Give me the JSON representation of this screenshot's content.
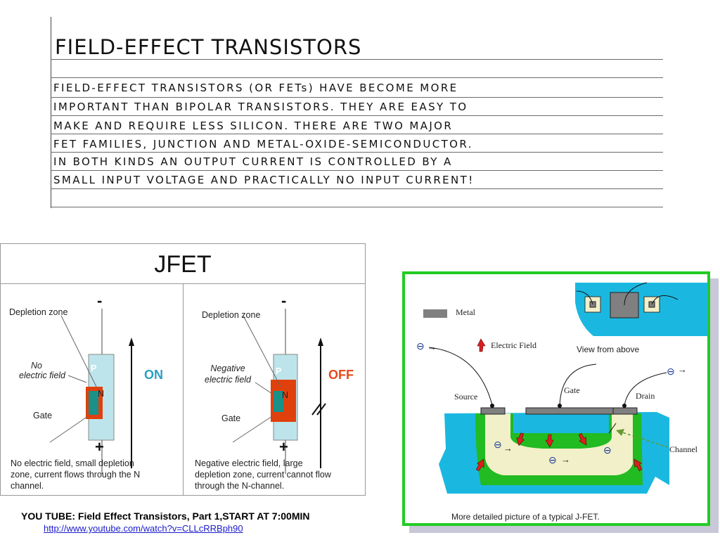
{
  "notes": {
    "title": "FIELD-EFFECT TRANSISTORS",
    "lines": [
      "FIELD-EFFECT TRANSISTORS (OR FETs) HAVE BECOME MORE",
      "IMPORTANT THAN BIPOLAR TRANSISTORS. THEY ARE EASY TO",
      "MAKE AND REQUIRE LESS SILICON. THERE ARE TWO MAJOR",
      "FET FAMILIES, JUNCTION AND METAL-OXIDE-SEMICONDUCTOR.",
      "IN BOTH KINDS AN OUTPUT CURRENT IS CONTROLLED BY A",
      "SMALL INPUT VOLTAGE AND PRACTICALLY NO INPUT CURRENT!"
    ]
  },
  "jfet": {
    "title": "JFET",
    "left": {
      "depletion_label": "Depletion zone",
      "field_label_1": "No",
      "field_label_2": "electric field",
      "gate_label": "Gate",
      "p_label": "P",
      "n_label": "N",
      "minus": "-",
      "plus": "+",
      "state": "ON",
      "caption_1": "No electric field, small depletion",
      "caption_2": "zone, current flows through the N",
      "caption_3": "channel."
    },
    "right": {
      "depletion_label": "Depletion zone",
      "field_label_1": "Negative",
      "field_label_2": "electric field",
      "gate_label": "Gate",
      "p_label": "P",
      "n_label": "N",
      "minus": "-",
      "plus": "+",
      "state": "OFF",
      "caption_1": "Negative electric field, large",
      "caption_2": "depletion zone, current cannot flow",
      "caption_3": "through the N-channel."
    }
  },
  "youtube": {
    "title": "YOU TUBE: Field Effect Transistors, Part 1,START AT 7:00MIN",
    "link": "http://www.youtube.com/watch?v=CLLcRRBph90"
  },
  "cross_section": {
    "metal_label": "Metal",
    "field_label": "Electric Field",
    "view_label": "View from above",
    "source_label": "Source",
    "gate_label": "Gate",
    "drain_label": "Drain",
    "channel_label": "Channel",
    "electron_symbol": "⊖",
    "arrow_symbol": "→",
    "caption": "More detailed picture of a typical J-FET."
  },
  "colors": {
    "on": "#2a9ec4",
    "off": "#e8481c",
    "frame_green": "#22cc22",
    "substrate_blue": "#1ab8e0",
    "p_green": "#22bb22",
    "channel_cream": "#f2f0c8",
    "metal_gray": "#808080"
  }
}
